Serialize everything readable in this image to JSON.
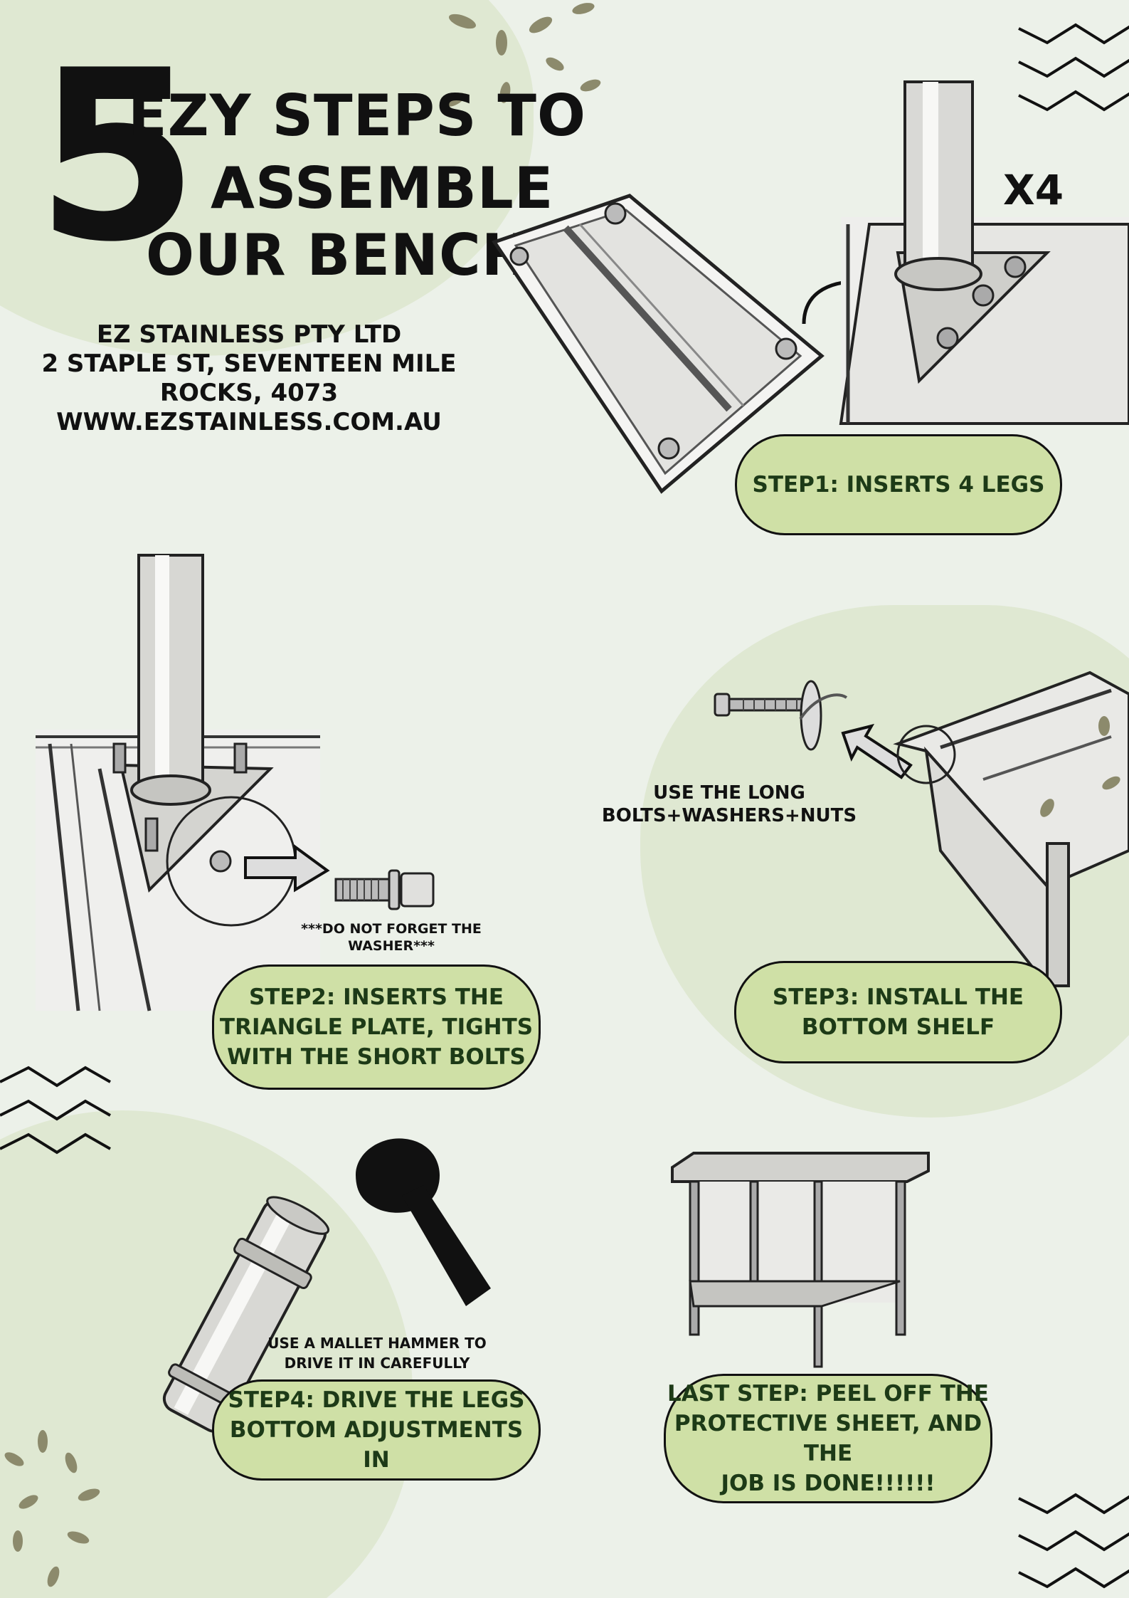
{
  "header": {
    "number": "5",
    "line1": "EZY STEPS TO",
    "line2": "ASSEMBLE",
    "line3": "OUR BENCHES"
  },
  "company": {
    "name": "EZ STAINLESS PTY LTD",
    "address": "2 STAPLE ST, SEVENTEEN MILE ROCKS, 4073",
    "website": "WWW.EZSTAINLESS.COM.AU"
  },
  "steps": {
    "step1": {
      "label": "STEP1: INSERTS 4 LEGS",
      "qty": "X4"
    },
    "step2": {
      "line1": "STEP2: INSERTS THE",
      "line2": "TRIANGLE PLATE, TIGHTS",
      "line3": "WITH THE SHORT BOLTS",
      "note": "***DO NOT FORGET THE WASHER***"
    },
    "step3": {
      "line1": "STEP3: INSTALL THE",
      "line2": "BOTTOM SHELF",
      "note": "USE THE LONG BOLTS+WASHERS+NUTS"
    },
    "step4": {
      "line1": "STEP4: DRIVE THE LEGS",
      "line2": "BOTTOM ADJUSTMENTS IN",
      "note1": "USE A MALLET HAMMER TO",
      "note2": "DRIVE IT IN CAREFULLY"
    },
    "last": {
      "line1": "LAST STEP: PEEL OFF THE",
      "line2": "PROTECTIVE SHEET, AND THE",
      "line3": "JOB IS DONE!!!!!!"
    }
  },
  "colors": {
    "background": "#ecf1e9",
    "blob": "#dfe8d2",
    "pill": "#cfe0a6",
    "pill_text": "#1d3a17",
    "dots": "#8c8a6c"
  }
}
